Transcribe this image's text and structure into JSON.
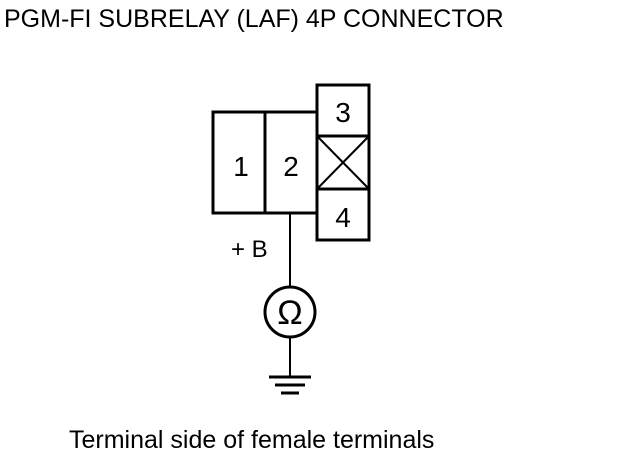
{
  "title": "PGM-FI SUBRELAY (LAF) 4P CONNECTOR",
  "caption": "Terminal side of female terminals",
  "connector": {
    "terminals": [
      {
        "number": "1"
      },
      {
        "number": "2"
      },
      {
        "number": "3"
      },
      {
        "number": "4"
      }
    ],
    "blank_cavity_marker": "X"
  },
  "probe": {
    "label": "+ B",
    "meter_symbol": "Ω",
    "meter_icon": "ohmmeter-icon",
    "ground_icon": "ground-icon"
  }
}
